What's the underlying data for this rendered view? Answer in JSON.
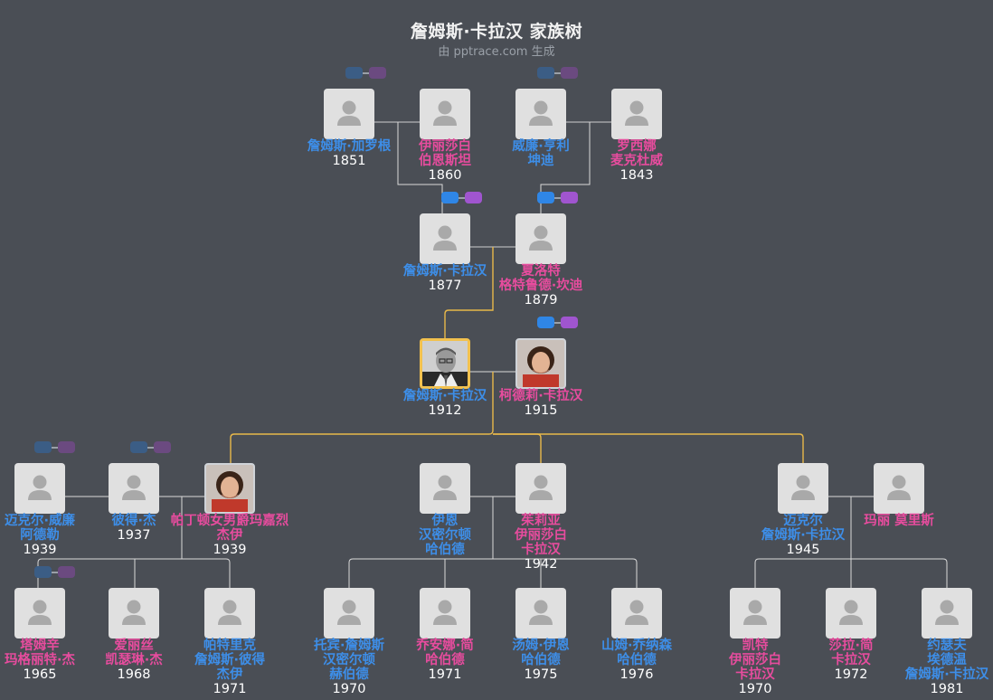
{
  "header": {
    "title": "詹姆斯·卡拉汉 家族树",
    "subtitle": "由 pptrace.com 生成"
  },
  "colors": {
    "background": "#4a4e55",
    "male": "#3d8ee8",
    "female": "#e74c9e",
    "highlight_line": "#e8b84a",
    "line": "#d9d9d9"
  },
  "people": [
    {
      "id": "p1",
      "gender": "male",
      "name": [
        "詹姆斯·加罗根"
      ],
      "year": "1851",
      "photo": "placeholder-icon"
    },
    {
      "id": "p2",
      "gender": "female",
      "name": [
        "伊丽莎白",
        "伯恩斯坦"
      ],
      "year": "1860",
      "photo": "placeholder-icon"
    },
    {
      "id": "p3",
      "gender": "male",
      "name": [
        "威廉·亨利",
        "坤迪"
      ],
      "year": "",
      "photo": "placeholder-icon"
    },
    {
      "id": "p4",
      "gender": "female",
      "name": [
        "罗西娜",
        "麦克杜威"
      ],
      "year": "1843",
      "photo": "placeholder-icon"
    },
    {
      "id": "p5",
      "gender": "male",
      "name": [
        "詹姆斯·卡拉汉"
      ],
      "year": "1877",
      "photo": "placeholder-icon"
    },
    {
      "id": "p6",
      "gender": "female",
      "name": [
        "夏洛特",
        "格特鲁德·坎迪"
      ],
      "year": "1879",
      "photo": "placeholder-icon"
    },
    {
      "id": "p7",
      "gender": "male",
      "name": [
        "詹姆斯·卡拉汉"
      ],
      "year": "1912",
      "photo": "male-portrait",
      "selected": true
    },
    {
      "id": "p8",
      "gender": "female",
      "name": [
        "柯德莉·卡拉汉"
      ],
      "year": "1915",
      "photo": "female-portrait"
    },
    {
      "id": "p9",
      "gender": "male",
      "name": [
        "迈克尔·威廉",
        "阿德勒"
      ],
      "year": "1939",
      "photo": "placeholder-icon"
    },
    {
      "id": "p10",
      "gender": "male",
      "name": [
        "彼得·杰"
      ],
      "year": "1937",
      "photo": "placeholder-icon"
    },
    {
      "id": "p11",
      "gender": "female",
      "name": [
        "帕丁顿女男爵玛嘉烈",
        "杰伊"
      ],
      "year": "1939",
      "photo": "female-portrait"
    },
    {
      "id": "p12",
      "gender": "male",
      "name": [
        "伊恩",
        "汉密尔顿",
        "哈伯德"
      ],
      "year": "",
      "photo": "placeholder-icon"
    },
    {
      "id": "p13",
      "gender": "female",
      "name": [
        "茱莉亚",
        "伊丽莎白",
        "卡拉汉"
      ],
      "year": "1942",
      "photo": "placeholder-icon"
    },
    {
      "id": "p14",
      "gender": "male",
      "name": [
        "迈克尔",
        "詹姆斯·卡拉汉"
      ],
      "year": "1945",
      "photo": "placeholder-icon"
    },
    {
      "id": "p15",
      "gender": "female",
      "name": [
        "玛丽 莫里斯"
      ],
      "year": "",
      "photo": "placeholder-icon"
    },
    {
      "id": "p16",
      "gender": "female",
      "name": [
        "塔姆辛",
        "玛格丽特·杰"
      ],
      "year": "1965",
      "photo": "placeholder-icon"
    },
    {
      "id": "p17",
      "gender": "female",
      "name": [
        "爱丽丝",
        "凯瑟琳·杰"
      ],
      "year": "1968",
      "photo": "placeholder-icon"
    },
    {
      "id": "p18",
      "gender": "male",
      "name": [
        "帕特里克",
        "詹姆斯·彼得",
        "杰伊"
      ],
      "year": "1971",
      "photo": "placeholder-icon"
    },
    {
      "id": "p19",
      "gender": "male",
      "name": [
        "托宾·詹姆斯",
        "汉密尔顿",
        "赫伯德"
      ],
      "year": "1970",
      "photo": "placeholder-icon"
    },
    {
      "id": "p20",
      "gender": "female",
      "name": [
        "乔安娜·简",
        "哈伯德"
      ],
      "year": "1971",
      "photo": "placeholder-icon"
    },
    {
      "id": "p21",
      "gender": "male",
      "name": [
        "汤姆·伊恩",
        "哈伯德"
      ],
      "year": "1975",
      "photo": "placeholder-icon"
    },
    {
      "id": "p22",
      "gender": "male",
      "name": [
        "山姆·乔纳森",
        "哈伯德"
      ],
      "year": "1976",
      "photo": "placeholder-icon"
    },
    {
      "id": "p23",
      "gender": "female",
      "name": [
        "凯特",
        "伊丽莎白",
        "卡拉汉"
      ],
      "year": "1970",
      "photo": "placeholder-icon"
    },
    {
      "id": "p24",
      "gender": "female",
      "name": [
        "莎拉·简",
        "卡拉汉"
      ],
      "year": "1972",
      "photo": "placeholder-icon"
    },
    {
      "id": "p25",
      "gender": "male",
      "name": [
        "约瑟夫",
        "埃德温",
        "詹姆斯·卡拉汉"
      ],
      "year": "1981",
      "photo": "placeholder-icon"
    }
  ],
  "expanders": [
    {
      "id": "e1",
      "style": "dim"
    },
    {
      "id": "e2",
      "style": "dim"
    },
    {
      "id": "e3",
      "style": "bright"
    },
    {
      "id": "e4",
      "style": "bright"
    },
    {
      "id": "e5",
      "style": "bright"
    },
    {
      "id": "e6",
      "style": "dim"
    },
    {
      "id": "e7",
      "style": "dim"
    },
    {
      "id": "e8",
      "style": "dim"
    }
  ]
}
